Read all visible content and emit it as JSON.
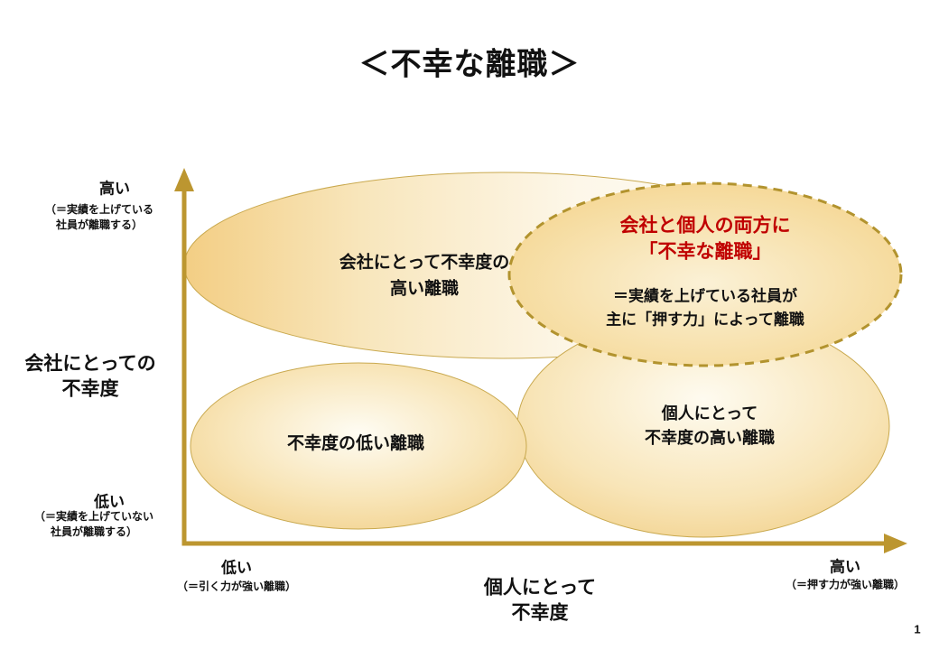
{
  "page": {
    "title": "＜不幸な離職＞",
    "page_number": "1"
  },
  "colors": {
    "axis_gold": "#BC9630",
    "ellipse_border": "#C9A94F",
    "dashed_border": "#B2932E",
    "fill_gold": "#F2CE84",
    "fill_light": "#FEFCF3",
    "highlight_red": "#C00000",
    "text": "#111111",
    "background": "#FFFFFF"
  },
  "y_axis": {
    "title_line1": "会社にとっての",
    "title_line2": "不幸度",
    "high": {
      "label": "高い",
      "note_line1": "（＝実績を上げている",
      "note_line2": "社員が離職する）"
    },
    "low": {
      "label": "低い",
      "note_line1": "（＝実績を上げていない",
      "note_line2": "社員が離職する）"
    }
  },
  "x_axis": {
    "title_line1": "個人にとって",
    "title_line2": "不幸度",
    "low": {
      "label": "低い",
      "note": "（＝引く力が強い離職）"
    },
    "high": {
      "label": "高い",
      "note": "（＝押す力が強い離職）"
    }
  },
  "regions": {
    "company_high": {
      "line1": "会社にとって不幸度の",
      "line2": "高い離職"
    },
    "low_unhappiness": {
      "line1": "不幸度の低い離職"
    },
    "individual_high": {
      "line1": "個人にとって",
      "line2": "不幸度の高い離職"
    },
    "both_unhappy": {
      "headline_line1": "会社と個人の両方に",
      "headline_line2": "「不幸な離職」",
      "body_line1": "＝実績を上げている社員が",
      "body_line2": "主に「押す力」によって離職"
    }
  }
}
